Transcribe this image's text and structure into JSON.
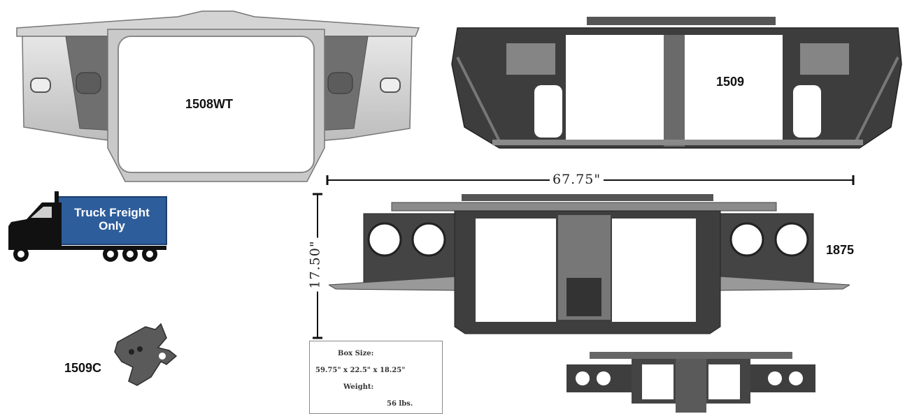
{
  "labels": {
    "part_1508wt": "1508WT",
    "part_1509": "1509",
    "part_1875": "1875",
    "part_1509c": "1509C"
  },
  "badge": {
    "line1": "Truck Freight",
    "line2": "Only",
    "color": "#2e5d9b"
  },
  "dimensions": {
    "width": "67.75\"",
    "height": "17.50\""
  },
  "box_info": {
    "size_label": "Box Size:",
    "size_value": "59.75\" x 22.5\" x 18.25\"",
    "weight_label": "Weight:",
    "weight_value": "56 lbs."
  }
}
